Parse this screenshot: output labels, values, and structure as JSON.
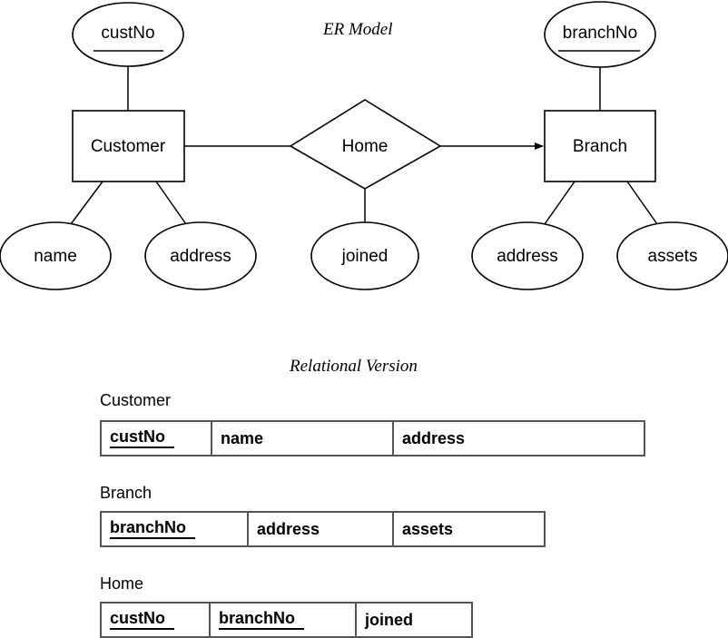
{
  "er": {
    "title": "ER Model",
    "entities": [
      {
        "id": "customer",
        "label": "Customer"
      },
      {
        "id": "branch",
        "label": "Branch"
      }
    ],
    "relationships": [
      {
        "id": "home",
        "label": "Home"
      }
    ],
    "attributes": [
      {
        "id": "custno",
        "label": "custNo",
        "key": true,
        "owner": "customer"
      },
      {
        "id": "name",
        "label": "name",
        "key": false,
        "owner": "customer"
      },
      {
        "id": "cust-address",
        "label": "address",
        "key": false,
        "owner": "customer"
      },
      {
        "id": "branchno",
        "label": "branchNo",
        "key": true,
        "owner": "branch"
      },
      {
        "id": "branch-address",
        "label": "address",
        "key": false,
        "owner": "branch"
      },
      {
        "id": "assets",
        "label": "assets",
        "key": false,
        "owner": "branch"
      },
      {
        "id": "joined",
        "label": "joined",
        "key": false,
        "owner": "home"
      }
    ]
  },
  "relational": {
    "title": "Relational Version",
    "tables": [
      {
        "id": "customer",
        "label": "Customer",
        "columns": [
          {
            "name": "custNo",
            "key": true
          },
          {
            "name": "name",
            "key": false
          },
          {
            "name": "address",
            "key": false
          }
        ]
      },
      {
        "id": "branch",
        "label": "Branch",
        "columns": [
          {
            "name": "branchNo",
            "key": true
          },
          {
            "name": "address",
            "key": false
          },
          {
            "name": "assets",
            "key": false
          }
        ]
      },
      {
        "id": "home",
        "label": "Home",
        "columns": [
          {
            "name": "custNo",
            "key": true
          },
          {
            "name": "branchNo",
            "key": true
          },
          {
            "name": "joined",
            "key": false
          }
        ]
      }
    ]
  },
  "colors": {
    "stroke": "#000000",
    "background": "#ffffff",
    "table_border": "#555555"
  }
}
